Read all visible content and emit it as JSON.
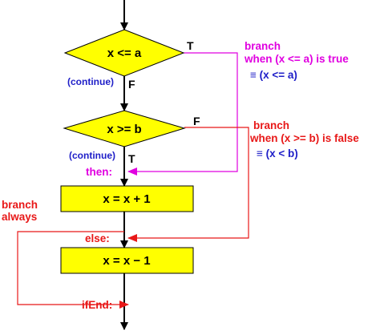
{
  "colors": {
    "shape_fill": "#ffff00",
    "shape_stroke": "#000000",
    "magenta": "#e000e0",
    "red": "#e81818",
    "blue": "#1e1ec8"
  },
  "nodes": {
    "cond1": "x <= a",
    "cond2": "x >= b",
    "box1": "x = x + 1",
    "box2": "x = x − 1"
  },
  "edge_labels": {
    "cond1_true": "T",
    "cond1_false": "F",
    "cond2_false": "F",
    "cond2_true": "T",
    "continue1": "(continue)",
    "continue2": "(continue)"
  },
  "labels": {
    "then": "then:",
    "else": "else:",
    "ifend": "ifEnd:"
  },
  "notes": {
    "note1": {
      "line1": "branch",
      "line2": "when (x <= a) is true",
      "line3": "≡ (x <= a)"
    },
    "note2": {
      "line1": "branch",
      "line2": "when (x >= b) is false",
      "line3": "≡ (x < b)"
    },
    "note3": {
      "line1": "branch",
      "line2": "always"
    }
  }
}
